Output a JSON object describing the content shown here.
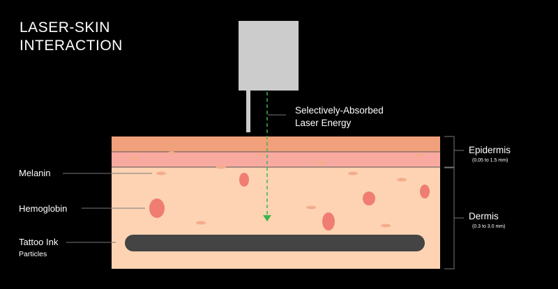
{
  "title": {
    "line1": "LASER-SKIN",
    "line2": "INTERACTION"
  },
  "laser": {
    "label_line1": "Selectively-Absorbed",
    "label_line2": "Laser Energy"
  },
  "layers": {
    "epidermis": {
      "name": "Epidermis",
      "range": "(0.05 to 1.5 mm)"
    },
    "dermis": {
      "name": "Dermis",
      "range": "(0.3 to 3.0 mm)"
    }
  },
  "structures": {
    "melanin": "Melanin",
    "hemoglobin": "Hemoglobin",
    "tattoo_line1": "Tattoo Ink",
    "tattoo_line2": "Particles"
  },
  "colors": {
    "background": "#000000",
    "epidermis_top": "#f0a07a",
    "epidermis_bottom": "#f9aaa0",
    "dermis": "#fdd3b3",
    "melanin_particle": "#f3ad8c",
    "hemoglobin_cell": "#f07d72",
    "tattoo_ink": "#444444",
    "laser_device": "#cccccc",
    "laser_beam": "#3db54a",
    "leader_lines": "#777777"
  }
}
